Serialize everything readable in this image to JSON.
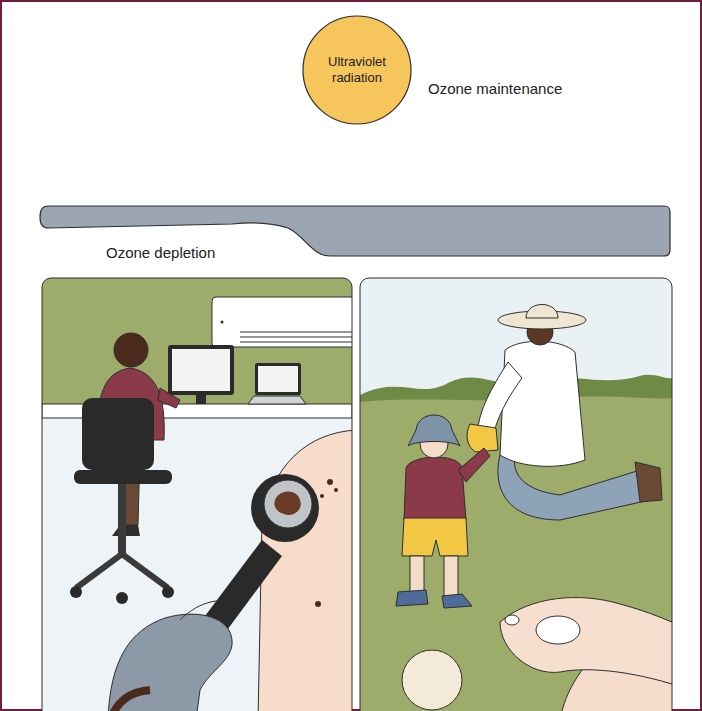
{
  "diagram": {
    "nodes": [
      {
        "text": [
          "Ultraviolet radiation"
        ]
      }
    ],
    "labels": [
      "Ozone maintenance",
      "Ozone depletion"
    ]
  }
}
